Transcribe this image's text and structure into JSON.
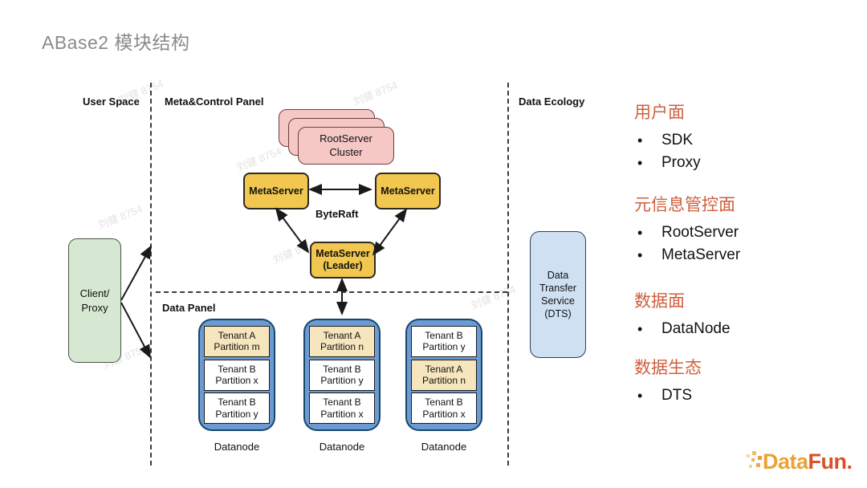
{
  "title": "ABase2 模块结构",
  "watermark": {
    "text": "刘健 8754"
  },
  "diagram": {
    "section_labels": {
      "user_space": "User Space",
      "meta_control": "Meta&Control Panel",
      "data_ecology": "Data Ecology",
      "data_panel": "Data Panel"
    },
    "nodes": {
      "root_server_cluster": "RootServer\nCluster",
      "meta_server_left": "MetaServer",
      "meta_server_right": "MetaServer",
      "byte_raft": "ByteRaft",
      "meta_server_leader": "MetaServer\n(Leader)",
      "client_proxy": "Client/\nProxy",
      "dts": "Data\nTransfer\nService\n(DTS)"
    },
    "datanodes": [
      {
        "label": "Datanode",
        "partitions": [
          {
            "text": "Tenant A\nPartition m",
            "tenant": "A"
          },
          {
            "text": "Tenant B\nPartition x",
            "tenant": "B"
          },
          {
            "text": "Tenant B\nPartition y",
            "tenant": "B"
          }
        ]
      },
      {
        "label": "Datanode",
        "partitions": [
          {
            "text": "Tenant A\nPartition n",
            "tenant": "A"
          },
          {
            "text": "Tenant B\nPartition y",
            "tenant": "B"
          },
          {
            "text": "Tenant B\nPartition x",
            "tenant": "B"
          }
        ]
      },
      {
        "label": "Datanode",
        "partitions": [
          {
            "text": "Tenant B\nPartition y",
            "tenant": "B"
          },
          {
            "text": "Tenant A\nPartition n",
            "tenant": "A"
          },
          {
            "text": "Tenant B\nPartition x",
            "tenant": "B"
          }
        ]
      }
    ]
  },
  "right_panel": {
    "sections": [
      {
        "heading": "用户面",
        "items": [
          "SDK",
          "Proxy"
        ]
      },
      {
        "heading": "元信息管控面",
        "items": [
          "RootServer",
          "MetaServer"
        ]
      },
      {
        "heading": "数据面",
        "items": [
          "DataNode"
        ]
      },
      {
        "heading": "数据生态",
        "items": [
          "DTS"
        ]
      }
    ]
  },
  "logo": {
    "part1": "Data",
    "part2": "Fun."
  },
  "colors": {
    "title_gray": "#8a8a8a",
    "heading_orange": "#cf5f3d",
    "metaserver_yellow": "#F1C74F",
    "rootserver_pink": "#F5C8C6",
    "client_green": "#D6E8D2",
    "datanode_blue": "#6C9BD2",
    "tenant_a_cream": "#F6E6BE",
    "dts_blue": "#CEE0F2",
    "logo_gold": "#EBA233",
    "logo_red": "#D9512A"
  }
}
